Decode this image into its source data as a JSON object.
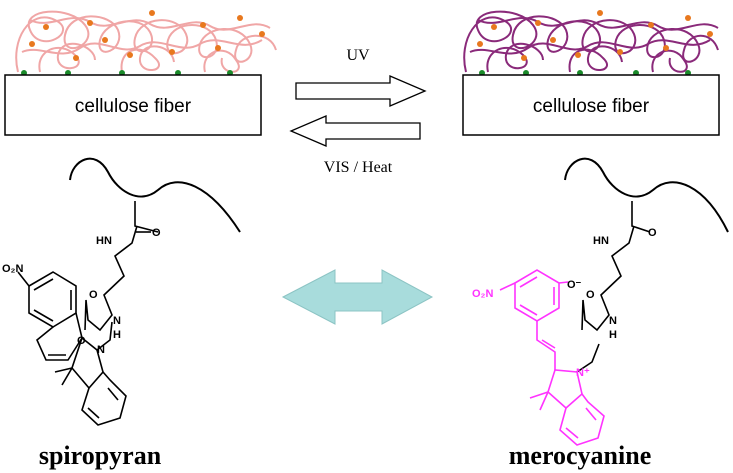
{
  "top": {
    "left_box_label": "cellulose fiber",
    "right_box_label": "cellulose fiber",
    "forward_arrow_label": "UV",
    "reverse_arrow_label": "VIS / Heat"
  },
  "molecules": {
    "left_name": "spiropyran",
    "right_name": "merocyanine"
  },
  "atoms": {
    "nitro_left": "O₂N",
    "nitro_right": "O₂N",
    "amide_h": "H",
    "amide_n": "N",
    "amide_o": "O",
    "ring_o": "O",
    "indoline_n": "N",
    "phenolate": "O⁻",
    "iminium": "N⁺"
  },
  "colors": {
    "spiropyran_polymer": "#f0a6a6",
    "merocyanine_polymer": "#8a2a7a",
    "merocyanine_chromophore": "#ff33ff",
    "dye_dots": "#e8781e",
    "anchor_dots": "#1a8a2a",
    "equilibrium_arrow": "#a8dcdc"
  }
}
